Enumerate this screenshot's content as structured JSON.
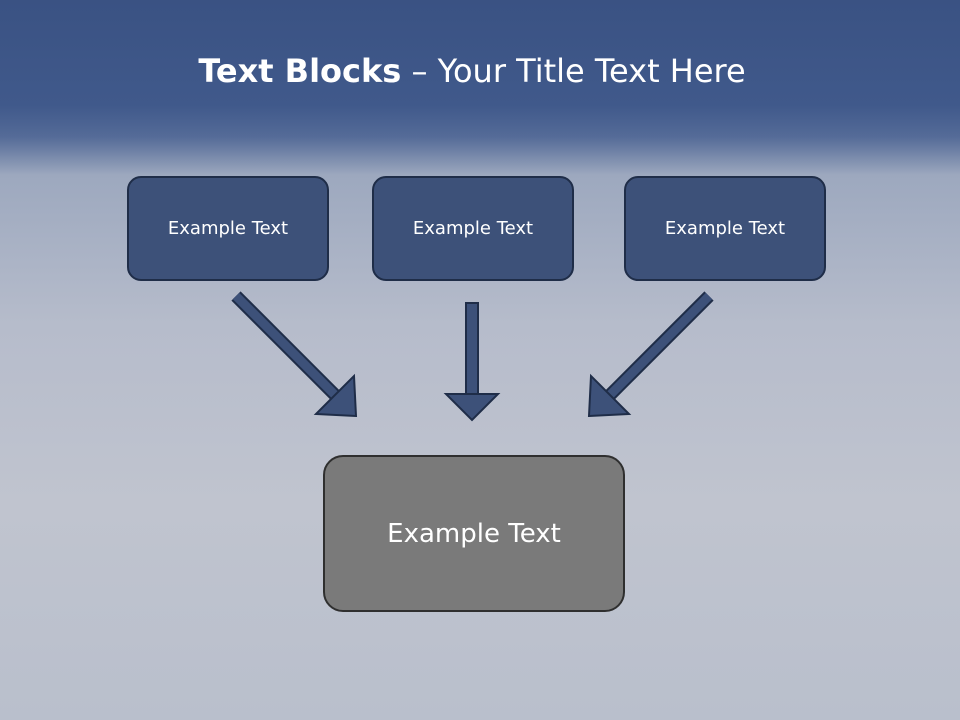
{
  "title": {
    "bold": "Text Blocks",
    "dash": " – ",
    "rest": "Your Title Text Here"
  },
  "blocks": [
    {
      "label": "Example Text"
    },
    {
      "label": "Example Text"
    },
    {
      "label": "Example Text"
    }
  ],
  "result_block": {
    "label": "Example Text"
  },
  "colors": {
    "header": "#3a5283",
    "box_fill": "#3d5179",
    "box_border": "#1f2d48",
    "result_fill": "#7a7a7a",
    "arrow_fill": "#3d5179"
  }
}
